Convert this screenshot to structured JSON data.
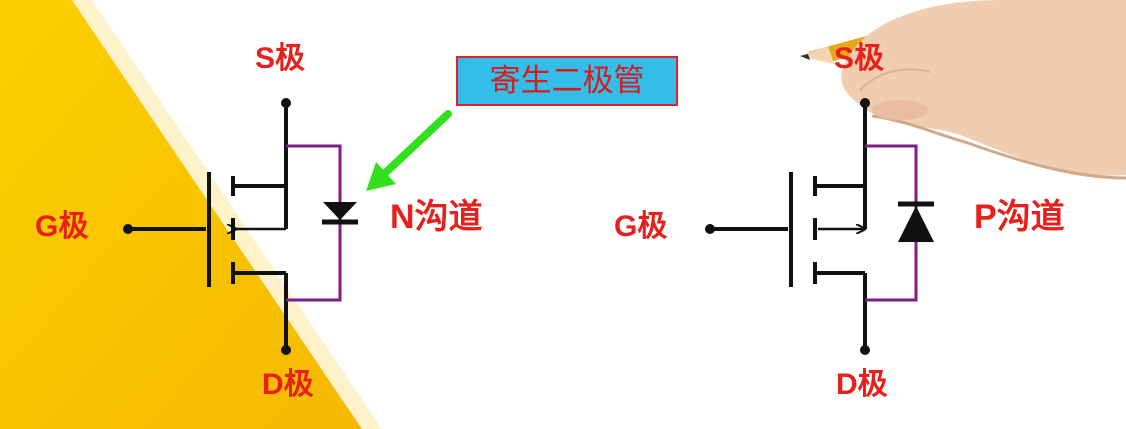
{
  "callout": {
    "text": "寄生二极管"
  },
  "n_channel": {
    "source_label": "S极",
    "gate_label": "G极",
    "drain_label": "D极",
    "type_label": "N沟道"
  },
  "p_channel": {
    "source_label": "S极",
    "gate_label": "G极",
    "drain_label": "D极",
    "type_label": "P沟道"
  },
  "colors": {
    "label": "#e8201d",
    "diode_loop": "#7d1f86",
    "callout_fill": "#33bde8",
    "callout_border": "#e4212b",
    "arrow": "#33e020",
    "wedge": "#f9c600"
  },
  "icons": {
    "decoration": "hand-with-pencil",
    "pointer": "green-arrow"
  }
}
